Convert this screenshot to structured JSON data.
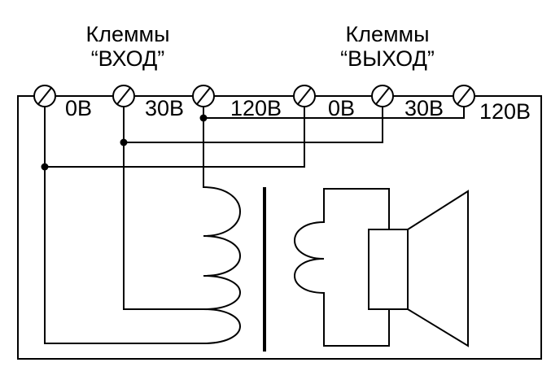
{
  "headers": {
    "input": {
      "line1": "Клеммы",
      "line2": "“ВХОД”"
    },
    "output": {
      "line1": "Клеммы",
      "line2": "“ВЫХОД”"
    }
  },
  "terminals": {
    "input": [
      "0В",
      "30В",
      "120В"
    ],
    "output": [
      "0В",
      "30В",
      "120В"
    ]
  },
  "colors": {
    "line": "#000000",
    "background": "#ffffff"
  }
}
